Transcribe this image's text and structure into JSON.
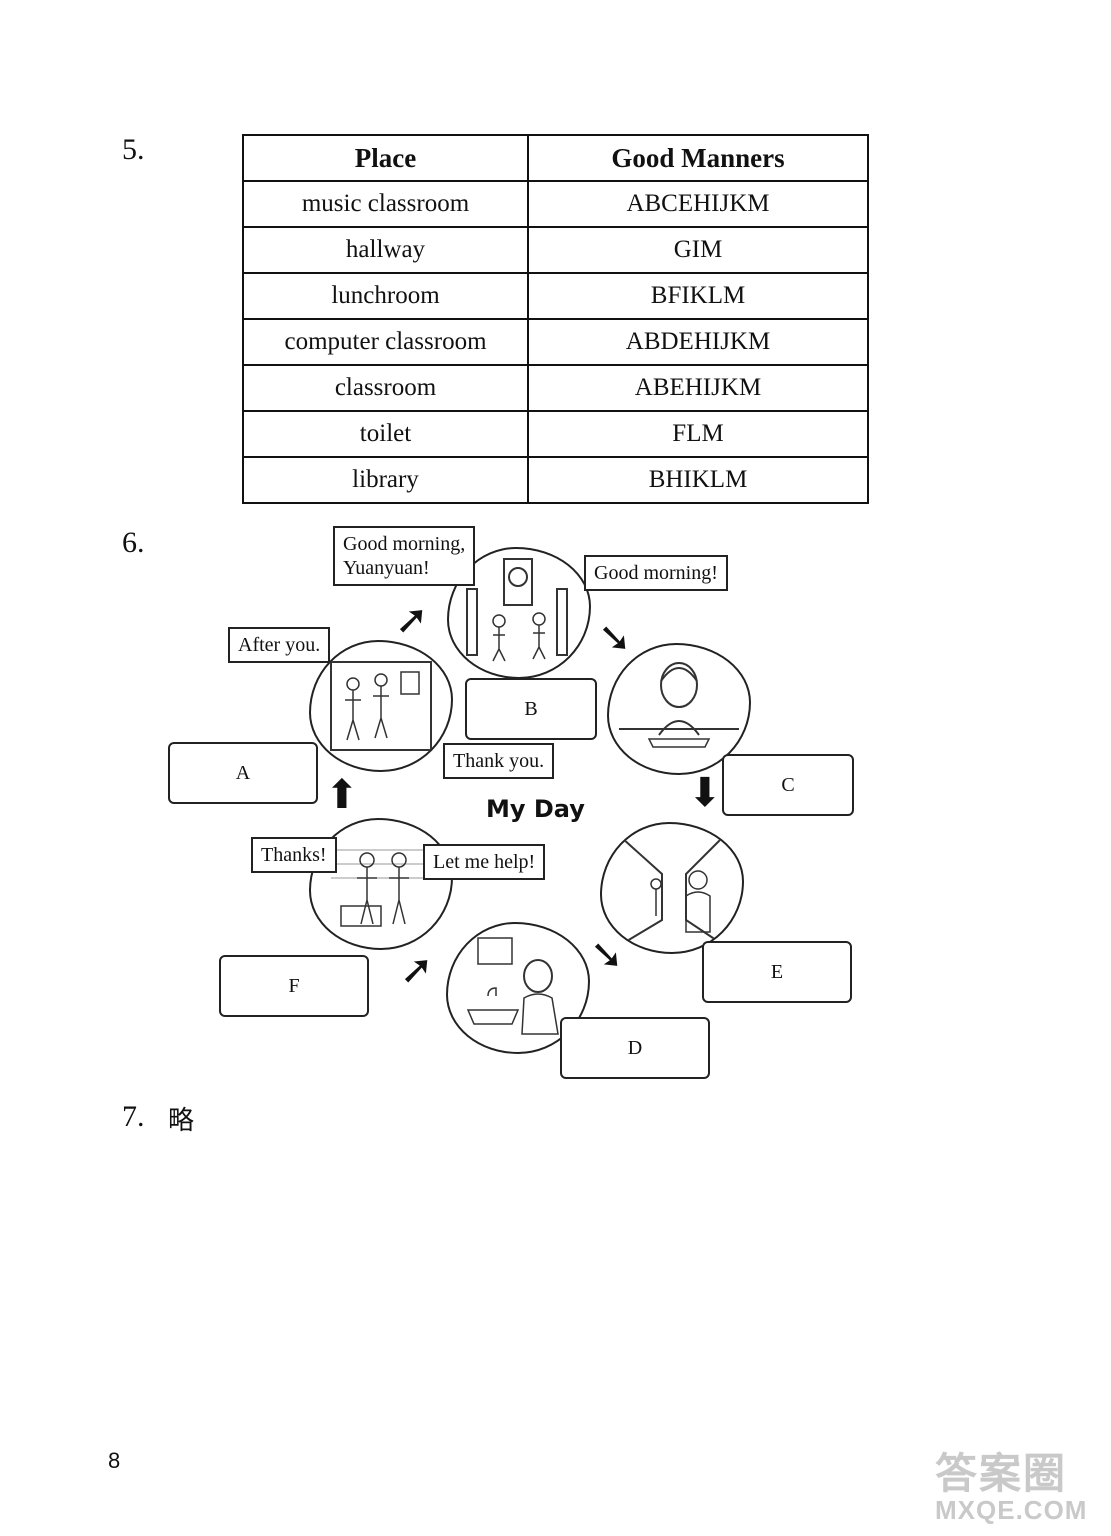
{
  "q5": {
    "number": "5.",
    "headers": {
      "place": "Place",
      "manners": "Good Manners"
    },
    "rows": [
      {
        "place": "music classroom",
        "manners": "ABCEHIJKM"
      },
      {
        "place": "hallway",
        "manners": "GIM"
      },
      {
        "place": "lunchroom",
        "manners": "BFIKLM"
      },
      {
        "place": "computer classroom",
        "manners": "ABDEHIJKM"
      },
      {
        "place": "classroom",
        "manners": "ABEHIJKM"
      },
      {
        "place": "toilet",
        "manners": "FLM"
      },
      {
        "place": "library",
        "manners": "BHIKLM"
      }
    ]
  },
  "q6": {
    "number": "6.",
    "title": "My Day",
    "bubbles": {
      "good_morning_yuanyuan_1": "Good morning,",
      "good_morning_yuanyuan_2": "Yuanyuan!",
      "good_morning": "Good morning!",
      "after_you": "After you.",
      "thank_you": "Thank you.",
      "thanks": "Thanks!",
      "let_me_help": "Let me help!"
    },
    "boxes": {
      "a": "A",
      "b": "B",
      "c": "C",
      "d": "D",
      "e": "E",
      "f": "F"
    }
  },
  "q7": {
    "number": "7.",
    "answer": "略"
  },
  "page_number": "8",
  "watermark": {
    "top": "答案圈",
    "bottom": "MXQE.COM"
  }
}
